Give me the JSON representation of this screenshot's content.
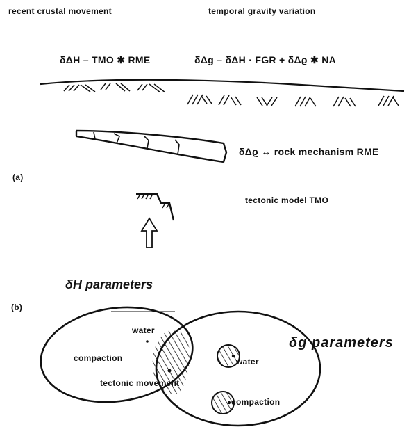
{
  "part_a": {
    "label": "(a)",
    "title_left": "recent crustal movement",
    "title_right": "temporal gravity variation",
    "equation_left": "δΔH – TMO ✱ RME",
    "equation_right": "δΔg – δΔH · FGR + δΔϱ ✱ NA",
    "rock_mechanism": "δΔϱ ↔ rock mechanism RME",
    "tectonic_model": "tectonic model TMO"
  },
  "part_b": {
    "label": "(b)",
    "dh_parameters": "δH parameters",
    "dg_parameters": "δg parameters",
    "left_circle": {
      "water": "water",
      "compaction": "compaction",
      "tectonic_movement": "tectonic movement"
    },
    "right_circle": {
      "water": "water",
      "compaction": "compaction"
    }
  }
}
